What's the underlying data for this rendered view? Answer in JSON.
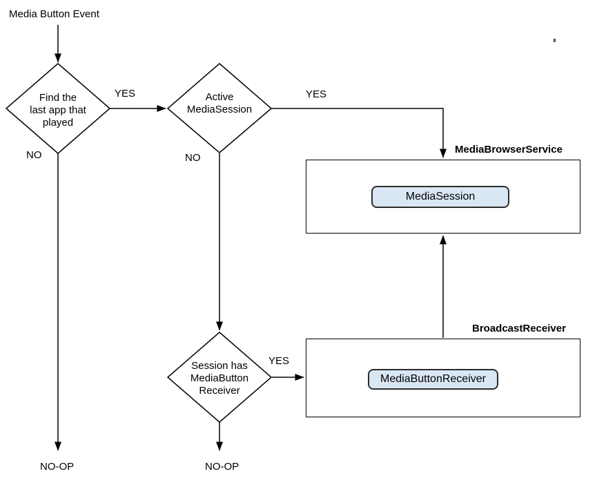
{
  "diagram": {
    "title_note": "Media button event routing flowchart"
  },
  "labels": {
    "start": "Media Button Event",
    "yes1": "YES",
    "no1": "NO",
    "yes2": "YES",
    "no2": "NO",
    "yes3": "YES",
    "noop_left": "NO-OP",
    "noop_right": "NO-OP"
  },
  "decisions": {
    "find_last_app": {
      "text": "Find the\nlast app that\nplayed"
    },
    "active_media_session": {
      "text": "Active\nMediaSession"
    },
    "session_has_receiver": {
      "text": "Session has\nMediaButton\nReceiver"
    }
  },
  "containers": {
    "media_browser_service": {
      "title": "MediaBrowserService",
      "node": "MediaSession"
    },
    "broadcast_receiver": {
      "title": "BroadcastReceiver",
      "node": "MediaButtonReceiver"
    }
  },
  "colors": {
    "line": "#000000",
    "diamond_fill": "#ffffff",
    "diamond_stroke": "#000000",
    "node_fill": "#d9e7f5",
    "node_border": "#2b2b2b",
    "box_border": "#000000",
    "text": "#000000",
    "background": "#ffffff"
  }
}
